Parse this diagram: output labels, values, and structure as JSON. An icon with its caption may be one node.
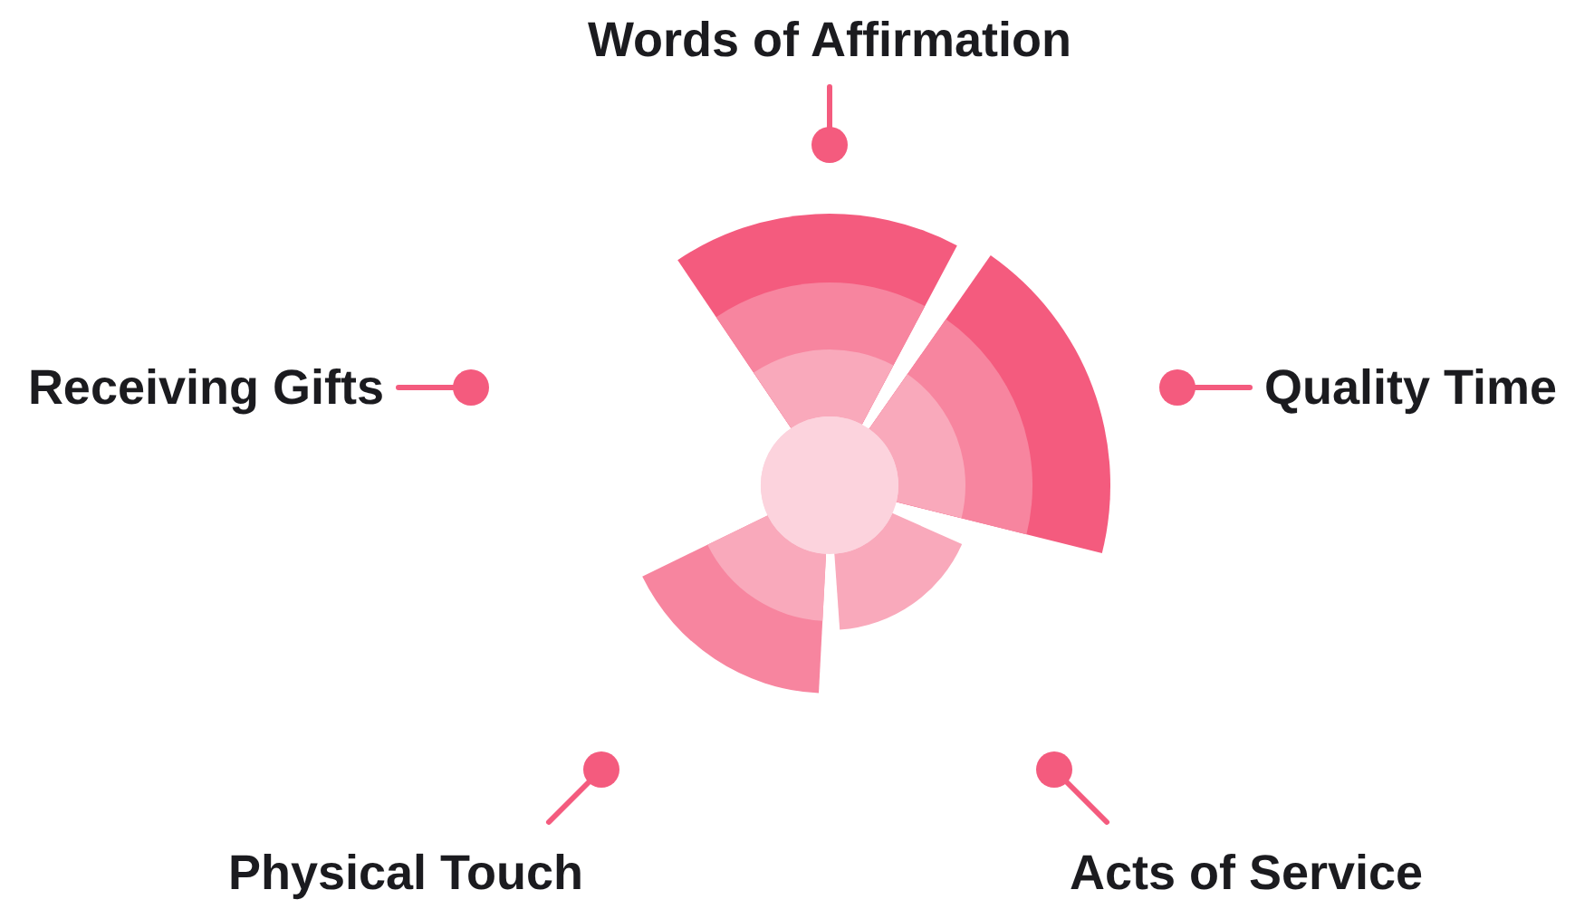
{
  "diagram": {
    "labels": [
      "Words of Affirmation",
      "Receiving Gifts",
      "Quality Time",
      "Physical Touch",
      "Acts of Service"
    ]
  }
}
